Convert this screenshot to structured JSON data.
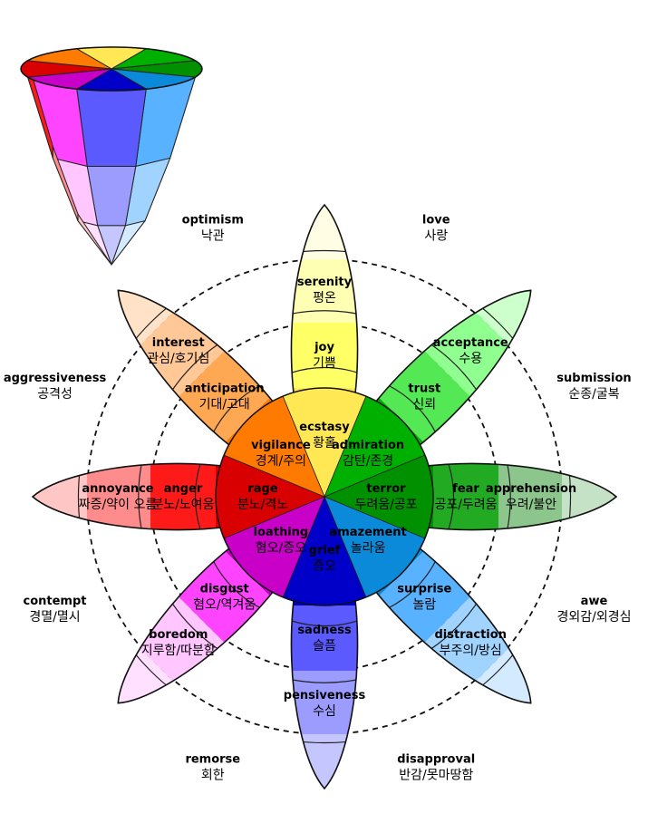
{
  "colors": {
    "yellow": [
      "#ffe854",
      "#ffff66",
      "#ffffb3",
      "#fffde3"
    ],
    "lgreen": [
      "#00b000",
      "#55e855",
      "#8fff8f",
      "#ccffcc"
    ],
    "green": [
      "#009000",
      "#22aa22",
      "#8cc68c",
      "#c6e2c6"
    ],
    "blue": [
      "#0a8ad8",
      "#58b2ff",
      "#a0d4ff",
      "#d4ebff"
    ],
    "indigo": [
      "#0000c8",
      "#5a5aff",
      "#9c9cff",
      "#c6c6ff"
    ],
    "magenta": [
      "#c800c8",
      "#ff44ff",
      "#ffc6ff",
      "#ffe0ff"
    ],
    "red": [
      "#d80000",
      "#ff1a1a",
      "#ff8c8c",
      "#ffc6c6"
    ],
    "orange": [
      "#ff7a00",
      "#ffa854",
      "#ffc896",
      "#ffe2c8"
    ]
  },
  "petals": [
    {
      "key": "yellow",
      "primary": {
        "en": "ecstasy",
        "ko": "황홀"
      },
      "secondary": {
        "en": "joy",
        "ko": "기쁨"
      },
      "tertiary": {
        "en": "serenity",
        "ko": "평온"
      }
    },
    {
      "key": "lgreen",
      "primary": {
        "en": "admiration",
        "ko": "감탄/존경"
      },
      "secondary": {
        "en": "trust",
        "ko": "신뢰"
      },
      "tertiary": {
        "en": "acceptance",
        "ko": "수용"
      }
    },
    {
      "key": "green",
      "primary": {
        "en": "terror",
        "ko": "두려움/공포"
      },
      "secondary": {
        "en": "fear",
        "ko": "공포/두려움"
      },
      "tertiary": {
        "en": "apprehension",
        "ko": "우려/불안"
      }
    },
    {
      "key": "blue",
      "primary": {
        "en": "amazement",
        "ko": "놀라움"
      },
      "secondary": {
        "en": "surprise",
        "ko": "놀람"
      },
      "tertiary": {
        "en": "distraction",
        "ko": "부주의/방심"
      }
    },
    {
      "key": "indigo",
      "primary": {
        "en": "grief",
        "ko": "증오"
      },
      "secondary": {
        "en": "sadness",
        "ko": "슬픔"
      },
      "tertiary": {
        "en": "pensiveness",
        "ko": "수심"
      }
    },
    {
      "key": "magenta",
      "primary": {
        "en": "loathing",
        "ko": "혐오/증오"
      },
      "secondary": {
        "en": "disgust",
        "ko": "혐오/역겨움"
      },
      "tertiary": {
        "en": "boredom",
        "ko": "지루함/따분함"
      }
    },
    {
      "key": "red",
      "primary": {
        "en": "rage",
        "ko": "분노/격노"
      },
      "secondary": {
        "en": "anger",
        "ko": "분노/노여움"
      },
      "tertiary": {
        "en": "annoyance",
        "ko": "짜증/약이 오름"
      }
    },
    {
      "key": "orange",
      "primary": {
        "en": "vigilance",
        "ko": "경계/주의"
      },
      "secondary": {
        "en": "anticipation",
        "ko": "기대/고대"
      },
      "tertiary": {
        "en": "interest",
        "ko": "관심/호기심"
      }
    }
  ],
  "dyads": [
    {
      "en": "love",
      "ko": "사랑"
    },
    {
      "en": "submission",
      "ko": "순종/굴복"
    },
    {
      "en": "awe",
      "ko": "경외감/외경심"
    },
    {
      "en": "disapproval",
      "ko": "반감/못마땅함"
    },
    {
      "en": "remorse",
      "ko": "회한"
    },
    {
      "en": "contempt",
      "ko": "경멸/멸시"
    },
    {
      "en": "aggressiveness",
      "ko": "공격성"
    },
    {
      "en": "optimism",
      "ko": "낙관"
    }
  ]
}
